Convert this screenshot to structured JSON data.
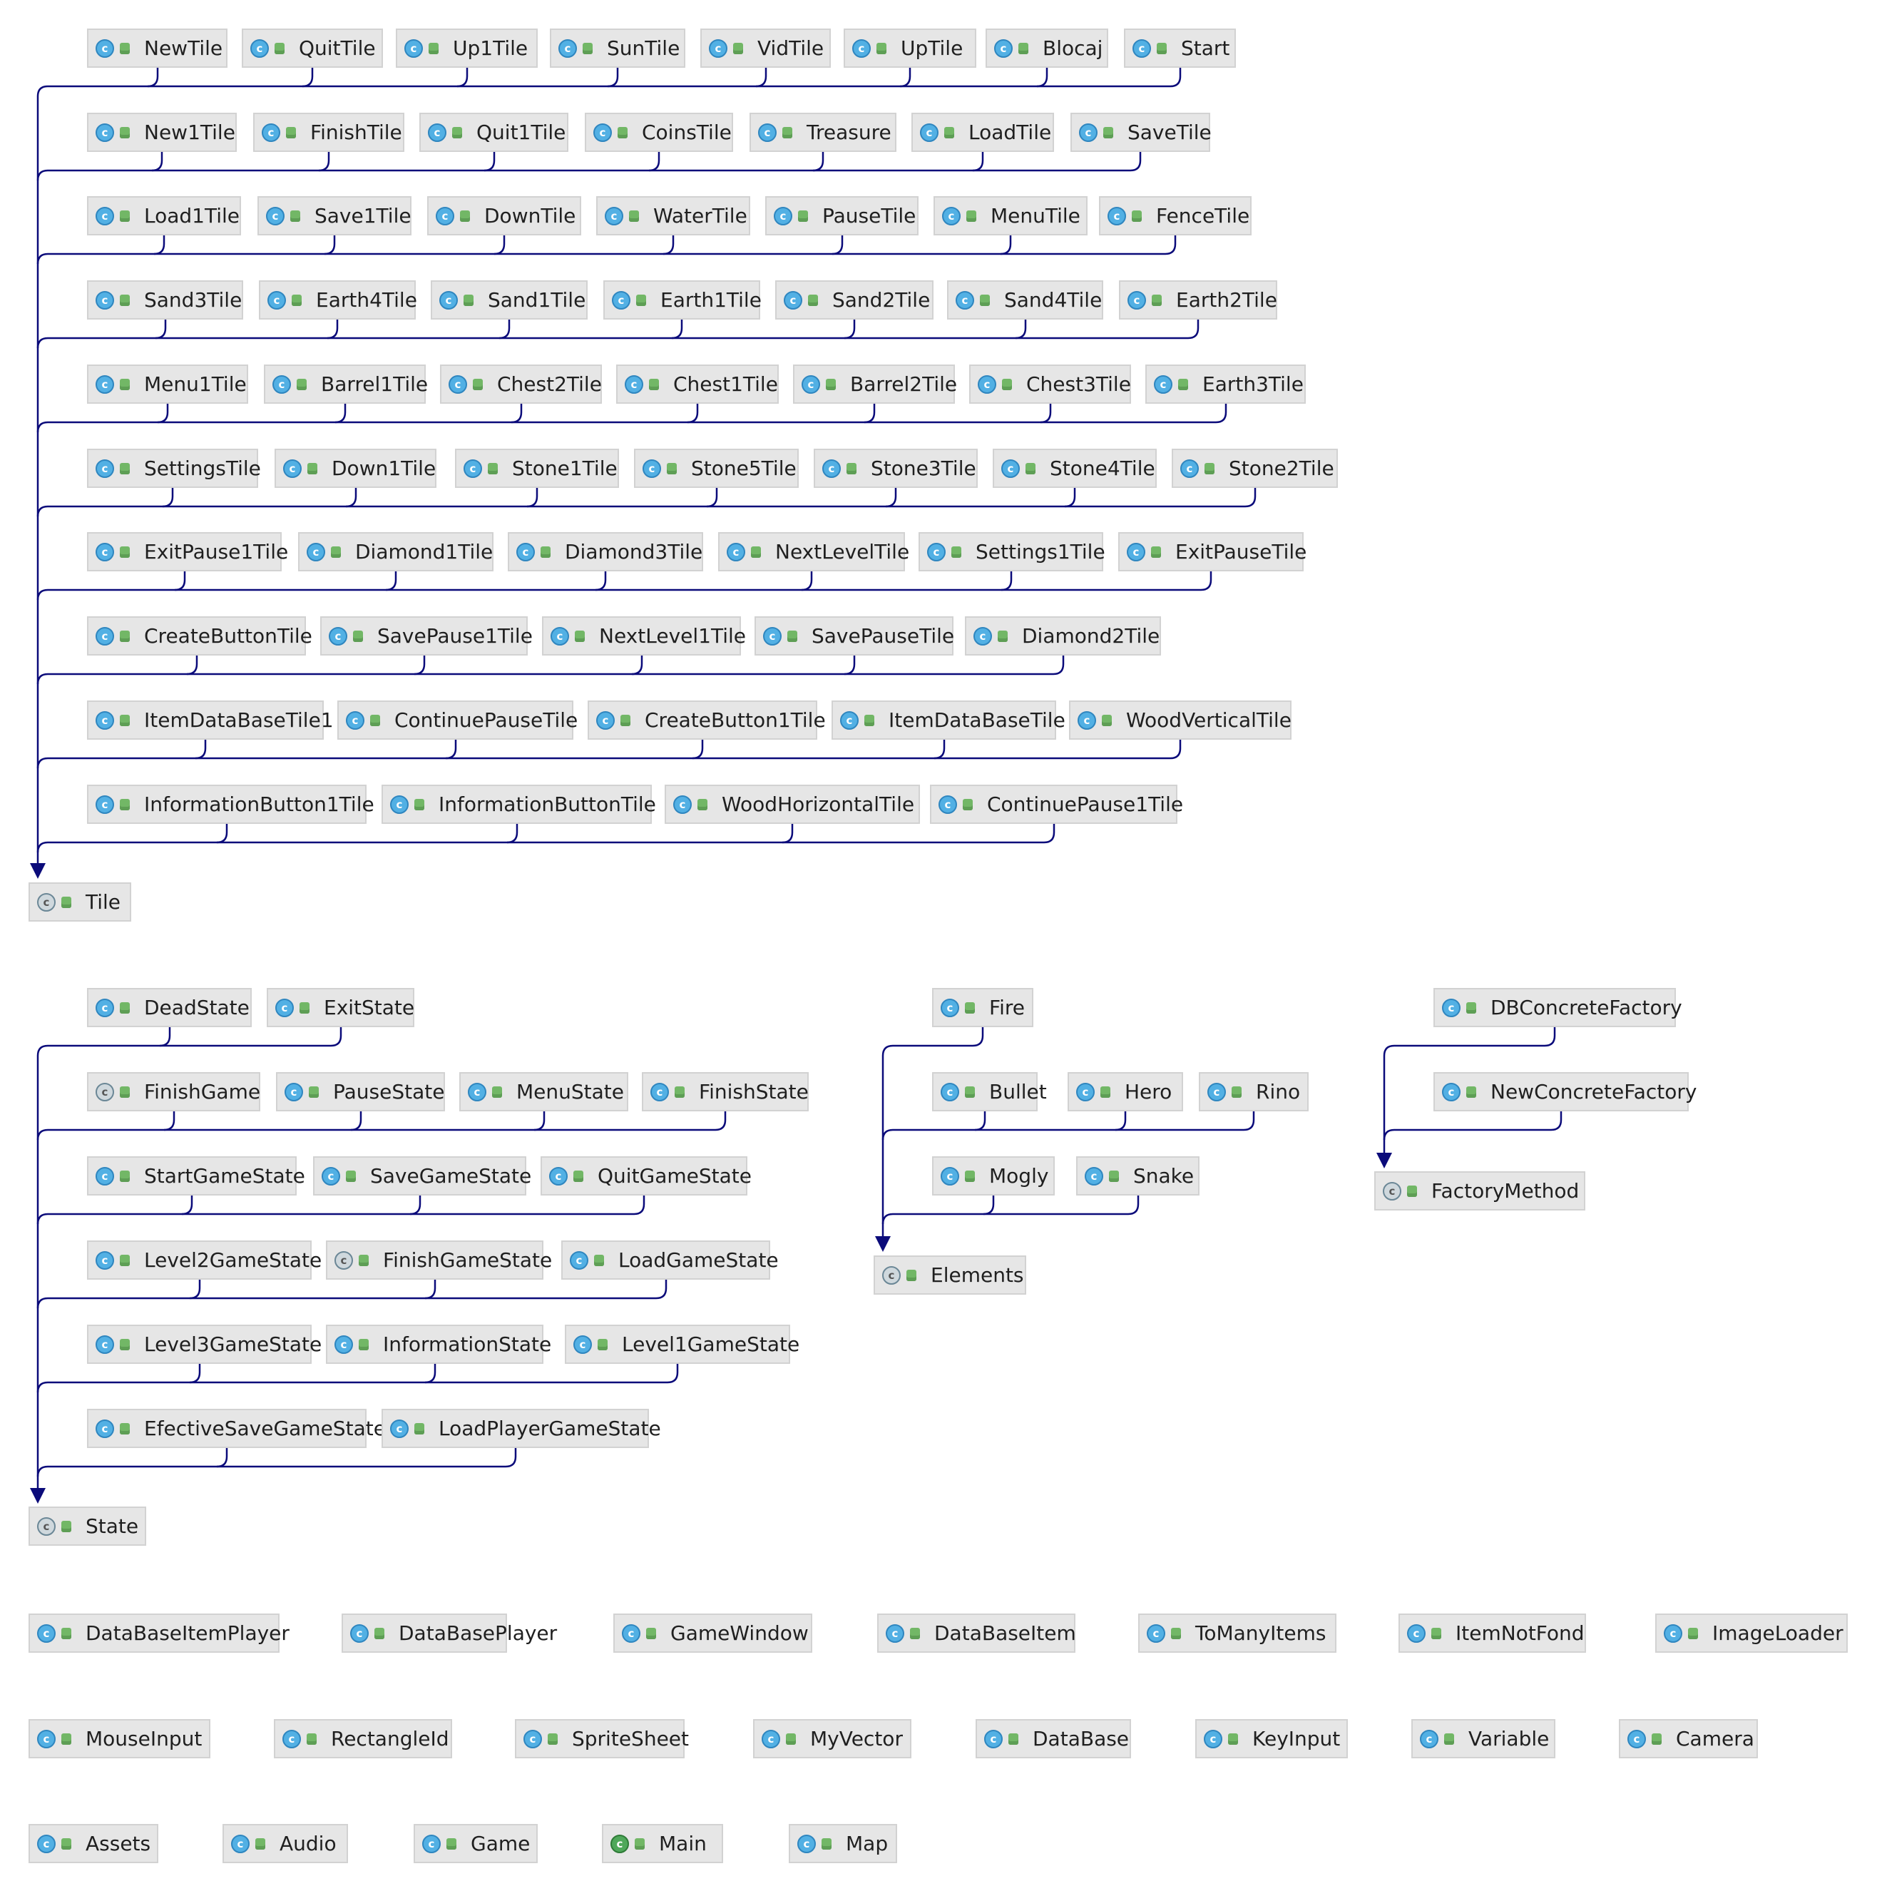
{
  "colors": {
    "edge": "#0b0b7a",
    "node_bg": "#e6e6e6",
    "class_icon": "#52b0e4"
  },
  "icons": {
    "class": "class-icon",
    "visibility": "public-visibility-icon"
  },
  "groups": [
    {
      "parent": "Tile",
      "rows": [
        [
          "NewTile",
          "QuitTile",
          "Up1Tile",
          "SunTile",
          "VidTile",
          "UpTile",
          "Blocaj",
          "Start"
        ],
        [
          "New1Tile",
          "FinishTile",
          "Quit1Tile",
          "CoinsTile",
          "Treasure",
          "LoadTile",
          "SaveTile"
        ],
        [
          "Load1Tile",
          "Save1Tile",
          "DownTile",
          "WaterTile",
          "PauseTile",
          "MenuTile",
          "FenceTile"
        ],
        [
          "Sand3Tile",
          "Earth4Tile",
          "Sand1Tile",
          "Earth1Tile",
          "Sand2Tile",
          "Sand4Tile",
          "Earth2Tile"
        ],
        [
          "Menu1Tile",
          "Barrel1Tile",
          "Chest2Tile",
          "Chest1Tile",
          "Barrel2Tile",
          "Chest3Tile",
          "Earth3Tile"
        ],
        [
          "SettingsTile",
          "Down1Tile",
          "Stone1Tile",
          "Stone5Tile",
          "Stone3Tile",
          "Stone4Tile",
          "Stone2Tile"
        ],
        [
          "ExitPause1Tile",
          "Diamond1Tile",
          "Diamond3Tile",
          "NextLevelTile",
          "Settings1Tile",
          "ExitPauseTile"
        ],
        [
          "CreateButtonTile",
          "SavePause1Tile",
          "NextLevel1Tile",
          "SavePauseTile",
          "Diamond2Tile"
        ],
        [
          "ItemDataBaseTile1",
          "ContinuePauseTile",
          "CreateButton1Tile",
          "ItemDataBaseTile",
          "WoodVerticalTile"
        ],
        [
          "InformationButton1Tile",
          "InformationButtonTile",
          "WoodHorizontalTile",
          "ContinuePause1Tile"
        ]
      ]
    },
    {
      "parent": "State",
      "rows": [
        [
          "DeadState",
          "ExitState"
        ],
        [
          "FinishGame",
          "PauseState",
          "MenuState",
          "FinishState"
        ],
        [
          "StartGameState",
          "SaveGameState",
          "QuitGameState"
        ],
        [
          "Level2GameState",
          "FinishGameState",
          "LoadGameState"
        ],
        [
          "Level3GameState",
          "InformationState",
          "Level1GameState"
        ],
        [
          "EfectiveSaveGameState",
          "LoadPlayerGameState"
        ]
      ]
    },
    {
      "parent": "Elements",
      "rows": [
        [
          "Fire"
        ],
        [
          "Bullet",
          "Hero",
          "Rino"
        ],
        [
          "Mogly",
          "Snake"
        ]
      ]
    },
    {
      "parent": "FactoryMethod",
      "rows": [
        [
          "DBConcreteFactory"
        ],
        [
          "NewConcreteFactory"
        ]
      ]
    }
  ],
  "standalone_rows": [
    [
      "DataBaseItemPlayer",
      "DataBasePlayer",
      "GameWindow",
      "DataBaseItem",
      "ToManyItems",
      "ItemNotFond",
      "ImageLoader"
    ],
    [
      "MouseInput",
      "RectangleId",
      "SpriteSheet",
      "MyVector",
      "DataBase",
      "KeyInput",
      "Variable",
      "Camera"
    ],
    [
      "Assets",
      "Audio",
      "Game",
      "Main",
      "Map"
    ]
  ],
  "abstract_classes": [
    "Tile",
    "State",
    "Elements",
    "FactoryMethod",
    "FinishGame",
    "FinishGameState"
  ],
  "main_classes": [
    "Main"
  ]
}
